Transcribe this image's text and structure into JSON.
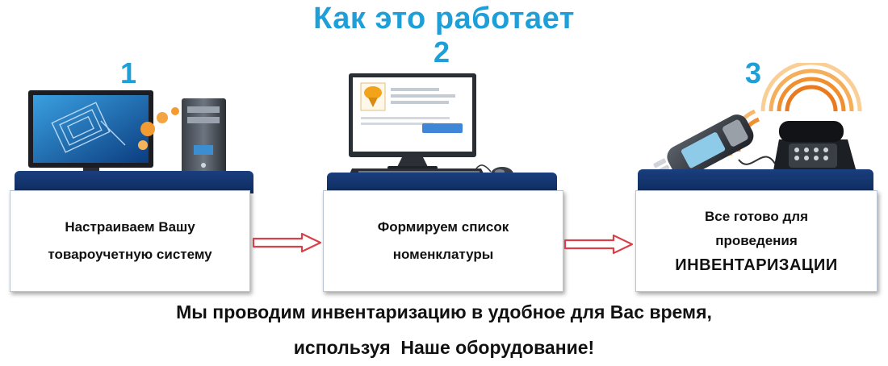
{
  "title": "Как это работает",
  "steps": [
    {
      "number": "1",
      "line1": "Настраиваем Вашу",
      "line2": "товароучетную систему"
    },
    {
      "number": "2",
      "line1": "Формируем список",
      "line2": "номенклатуры"
    },
    {
      "number": "3",
      "line1": "Все готово для",
      "line2": "проведения",
      "line3": "ИНВЕНТАРИЗАЦИИ"
    }
  ],
  "footer": {
    "line1": "Мы проводим инвентаризацию в удобное для Вас время,",
    "line2": "используя  Наше оборудование!"
  },
  "colors": {
    "accent": "#1f9fd8",
    "shelf": "#143670",
    "arrow": "#d9414a"
  }
}
